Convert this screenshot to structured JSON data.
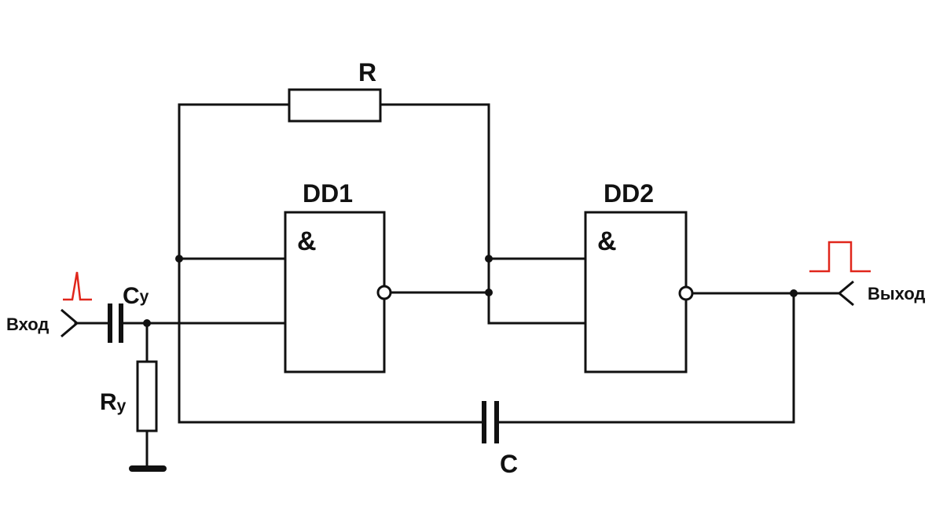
{
  "labels": {
    "resistor_feedback": "R",
    "gate1": "DD1",
    "gate2": "DD2",
    "gate1_symbol": "&",
    "gate2_symbol": "&",
    "input": "Вход",
    "output": "Выход",
    "input_cap_main": "C",
    "input_cap_sub": "y",
    "input_res_main": "R",
    "input_res_sub": "y",
    "timing_cap": "C"
  },
  "colors": {
    "wire": "#111111",
    "signal": "#e0261b",
    "background": "#ffffff"
  },
  "icons": {
    "input_signal": "short-pulse-icon",
    "output_signal": "rectangular-pulse-icon",
    "input_terminal": "input-connector-icon",
    "output_terminal": "output-connector-icon",
    "ground": "ground-icon"
  }
}
